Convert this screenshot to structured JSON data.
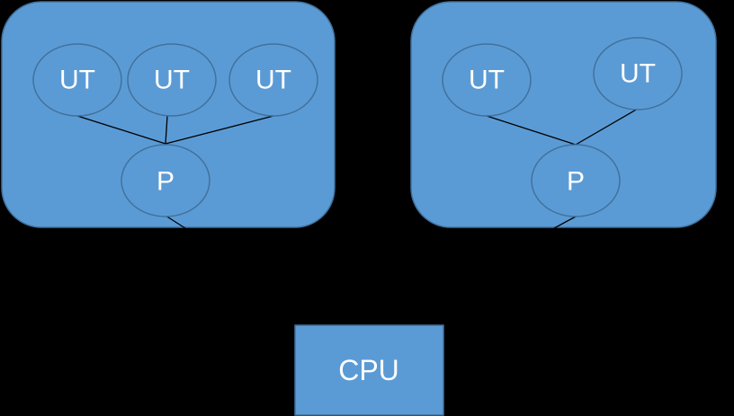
{
  "colors": {
    "background": "#000000",
    "fill": "#5b9bd5",
    "stroke": "#41719c",
    "text": "#ffffff"
  },
  "process_group_1": {
    "user_threads": [
      "UT",
      "UT",
      "UT"
    ],
    "process": "P"
  },
  "process_group_2": {
    "user_threads": [
      "UT",
      "UT"
    ],
    "process": "P"
  },
  "cpu": {
    "label": "CPU"
  }
}
